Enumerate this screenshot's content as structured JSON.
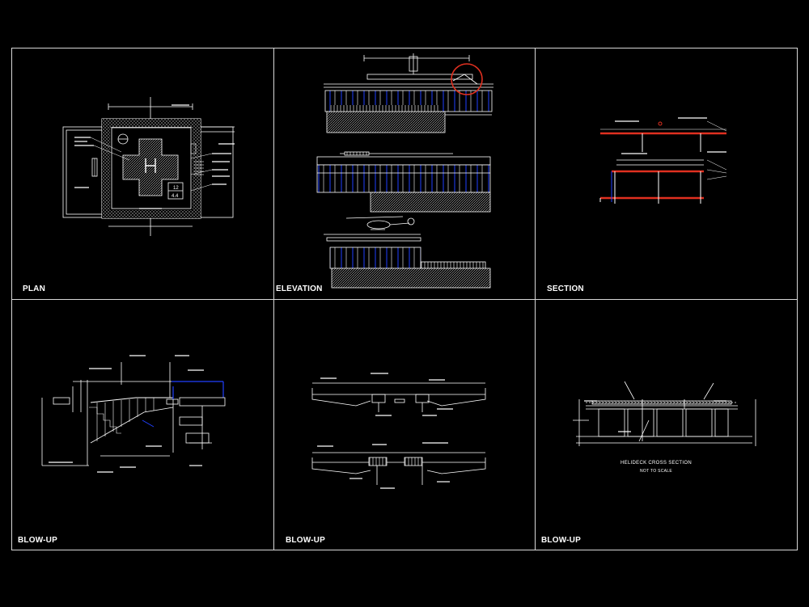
{
  "sheet": {
    "background": "#000000",
    "line_color": "#ffffff",
    "accent_red": "#e03020",
    "accent_blue": "#2040ff"
  },
  "panels": [
    {
      "id": "plan",
      "label": "PLAN"
    },
    {
      "id": "elevation",
      "label": "ELEVATION"
    },
    {
      "id": "section",
      "label": "SECTION"
    },
    {
      "id": "blowup-stair",
      "label": "BLOW-UP"
    },
    {
      "id": "blowup-deck",
      "label": "BLOW-UP"
    },
    {
      "id": "blowup-cross",
      "label": "BLOW-UP"
    }
  ],
  "plan": {
    "marking_numbers": [
      "12",
      "4.4"
    ]
  },
  "cross_section": {
    "title": "HELIDECK CROSS SECTION",
    "scale_note": "NOT TO SCALE"
  }
}
